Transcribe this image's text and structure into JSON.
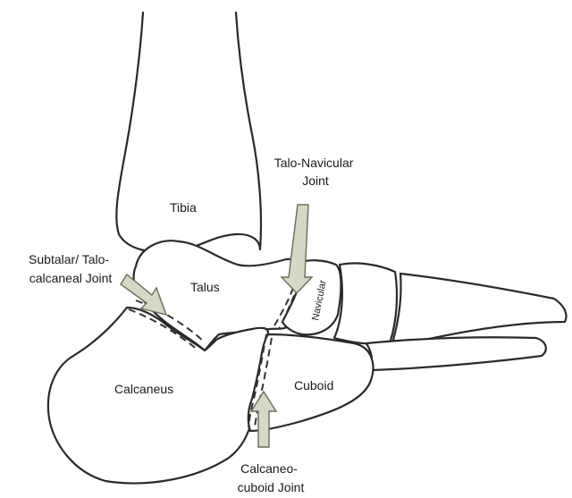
{
  "labels": {
    "tibia": "Tibia",
    "talus": "Talus",
    "navicular": "Navicular",
    "calcaneus": "Calcaneus",
    "cuboid": "Cuboid",
    "talo_navicular_joint": [
      "Talo-Navicular",
      "Joint"
    ],
    "subtalar_joint": [
      "Subtalar/ Talo-",
      "calcaneal Joint"
    ],
    "calcaneo_cuboid_joint": [
      "Calcaneo-",
      "cuboid Joint"
    ]
  },
  "colors": {
    "outline": "#2a2a2a",
    "arrow_fill": "#d6d7c4",
    "arrow_stroke": "#6b6b5a",
    "background": "#ffffff"
  }
}
